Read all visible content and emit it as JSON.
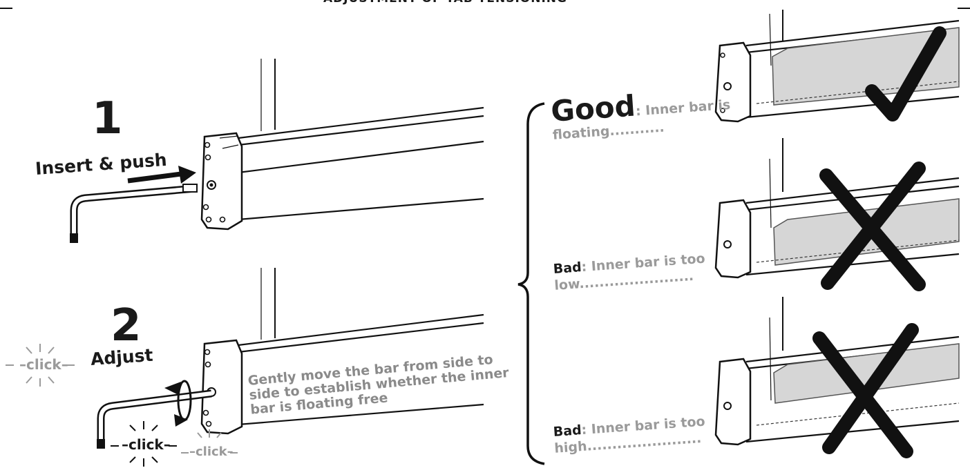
{
  "header": {
    "title": "ADJUSTMENT OF TAB TENSIONING"
  },
  "steps": [
    {
      "number": "1",
      "title": "Insert & push"
    },
    {
      "number": "2",
      "title": "Adjust"
    }
  ],
  "click_labels": {
    "dark": "click",
    "grey": "click"
  },
  "instruction": "Gently move the bar from side to side to establish whether the inner bar is floating free",
  "verdicts": [
    {
      "head": "Good",
      "sep": ": ",
      "text": "Inner bar is floating...........",
      "mark": "check-mark"
    },
    {
      "head": "Bad",
      "sep": ": ",
      "text": "Inner bar is too low.......................",
      "mark": "cross-mark"
    },
    {
      "head": "Bad",
      "sep": ": ",
      "text": "Inner bar is too high.......................",
      "mark": "cross-mark"
    }
  ],
  "colors": {
    "ink": "#1a1a1a",
    "muted": "#9a9a9a",
    "bar_fill": "#d6d6d6",
    "background": "#ffffff"
  }
}
